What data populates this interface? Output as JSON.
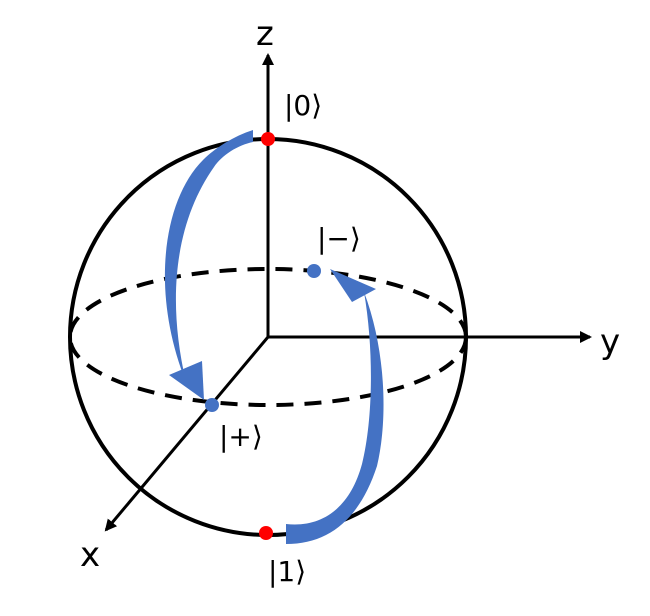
{
  "axes": {
    "z_label": "z",
    "y_label": "y",
    "x_label": "x"
  },
  "states": {
    "zero": "|0⟩",
    "one": "|1⟩",
    "plus": "|+⟩",
    "minus": "|−⟩"
  },
  "colors": {
    "pole_points": "#ff0000",
    "equator_points": "#4472c4",
    "arrows": "#4472c4",
    "lines": "#000000"
  }
}
